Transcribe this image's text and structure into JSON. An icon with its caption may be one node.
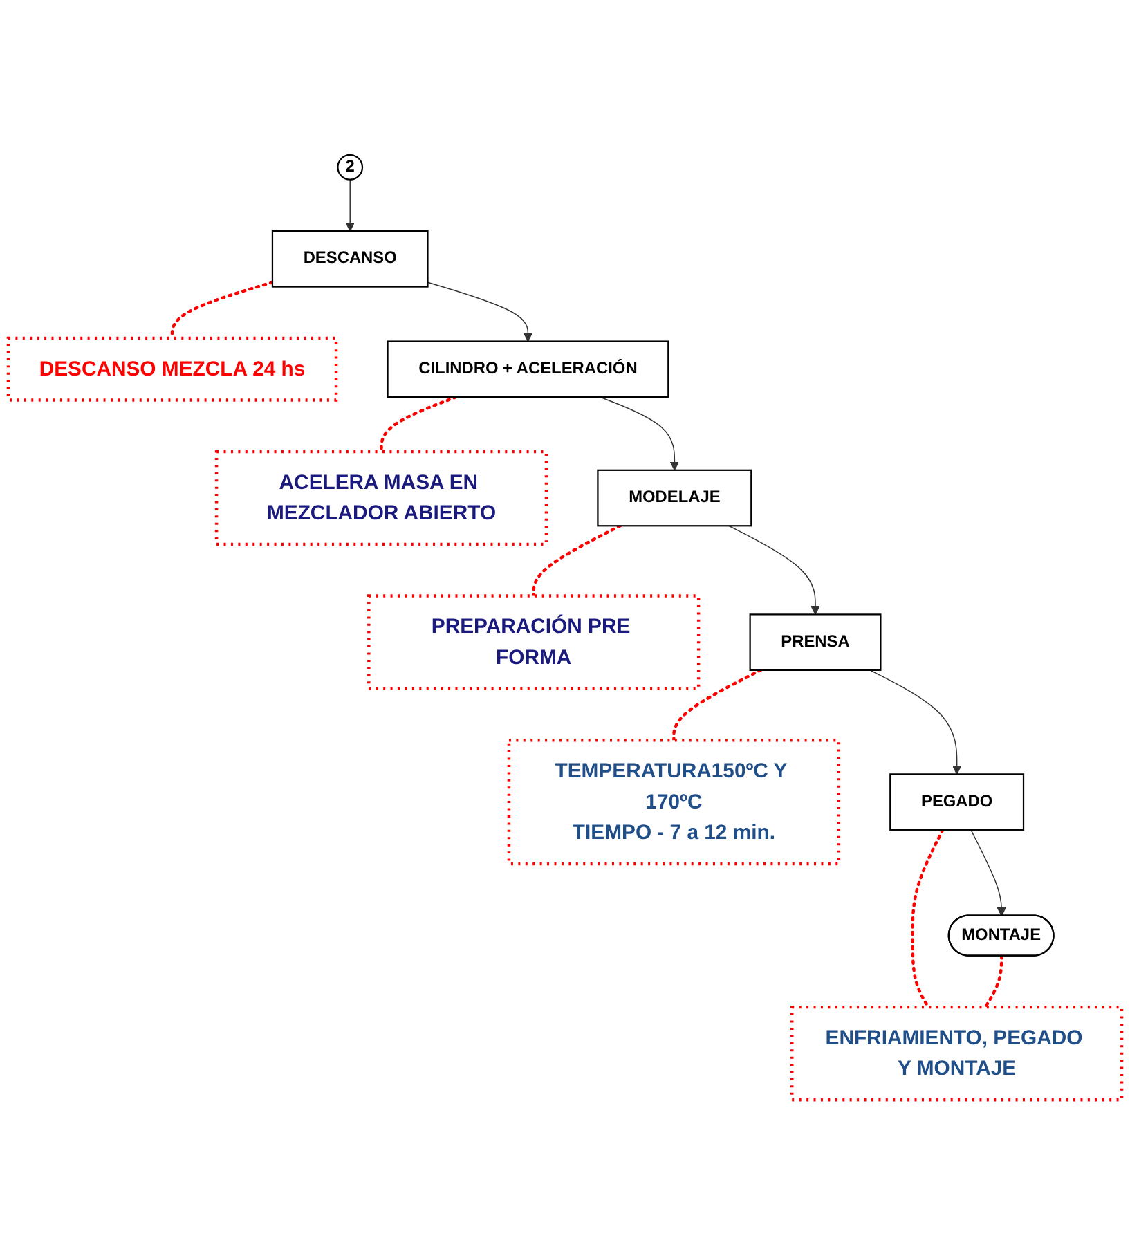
{
  "diagram": {
    "nodes": [
      {
        "text": [
          "2"
        ]
      },
      {
        "text": [
          "DESCANSO"
        ]
      },
      {
        "text": [
          "DESCANSO MEZCLA 24 hs"
        ]
      },
      {
        "text": [
          "CILINDRO + ACELERACIÓN"
        ]
      },
      {
        "text": [
          "ACELERA MASA EN MEZCLADOR ABIERTO"
        ]
      },
      {
        "text": [
          "MODELAJE"
        ]
      },
      {
        "text": [
          "PREPARACIÓN PRE FORMA"
        ]
      },
      {
        "text": [
          "PRENSA"
        ]
      },
      {
        "text": [
          "TEMPERATURA150ºC Y 170ºC",
          "TIEMPO - 7 a 12 min."
        ]
      },
      {
        "text": [
          "PEGADO"
        ]
      },
      {
        "text": [
          "MONTAJE"
        ]
      },
      {
        "text": [
          "ENFRIAMIENTO, PEGADO Y MONTAJE"
        ]
      }
    ],
    "edges": [
      {
        "from": 0,
        "to": 1,
        "arrow": "to"
      },
      {
        "from": 1,
        "to": 2,
        "arrow": "none",
        "style": "dashed",
        "color": "#ff0000"
      },
      {
        "from": 1,
        "to": 3,
        "arrow": "to"
      },
      {
        "from": 3,
        "to": 4,
        "arrow": "none",
        "style": "dashed",
        "color": "#ff0000"
      },
      {
        "from": 3,
        "to": 5,
        "arrow": "to"
      },
      {
        "from": 5,
        "to": 6,
        "arrow": "none",
        "style": "dashed",
        "color": "#ff0000"
      },
      {
        "from": 5,
        "to": 7,
        "arrow": "to"
      },
      {
        "from": 7,
        "to": 8,
        "arrow": "none",
        "style": "dashed",
        "color": "#ff0000"
      },
      {
        "from": 7,
        "to": 9,
        "arrow": "to"
      },
      {
        "from": 9,
        "to": 10,
        "arrow": "to"
      },
      {
        "from": 9,
        "to": 11,
        "arrow": "none",
        "style": "dashed",
        "color": "#ff0000"
      },
      {
        "from": 10,
        "to": 11,
        "arrow": "none",
        "style": "dashed",
        "color": "#ff0000"
      }
    ]
  }
}
